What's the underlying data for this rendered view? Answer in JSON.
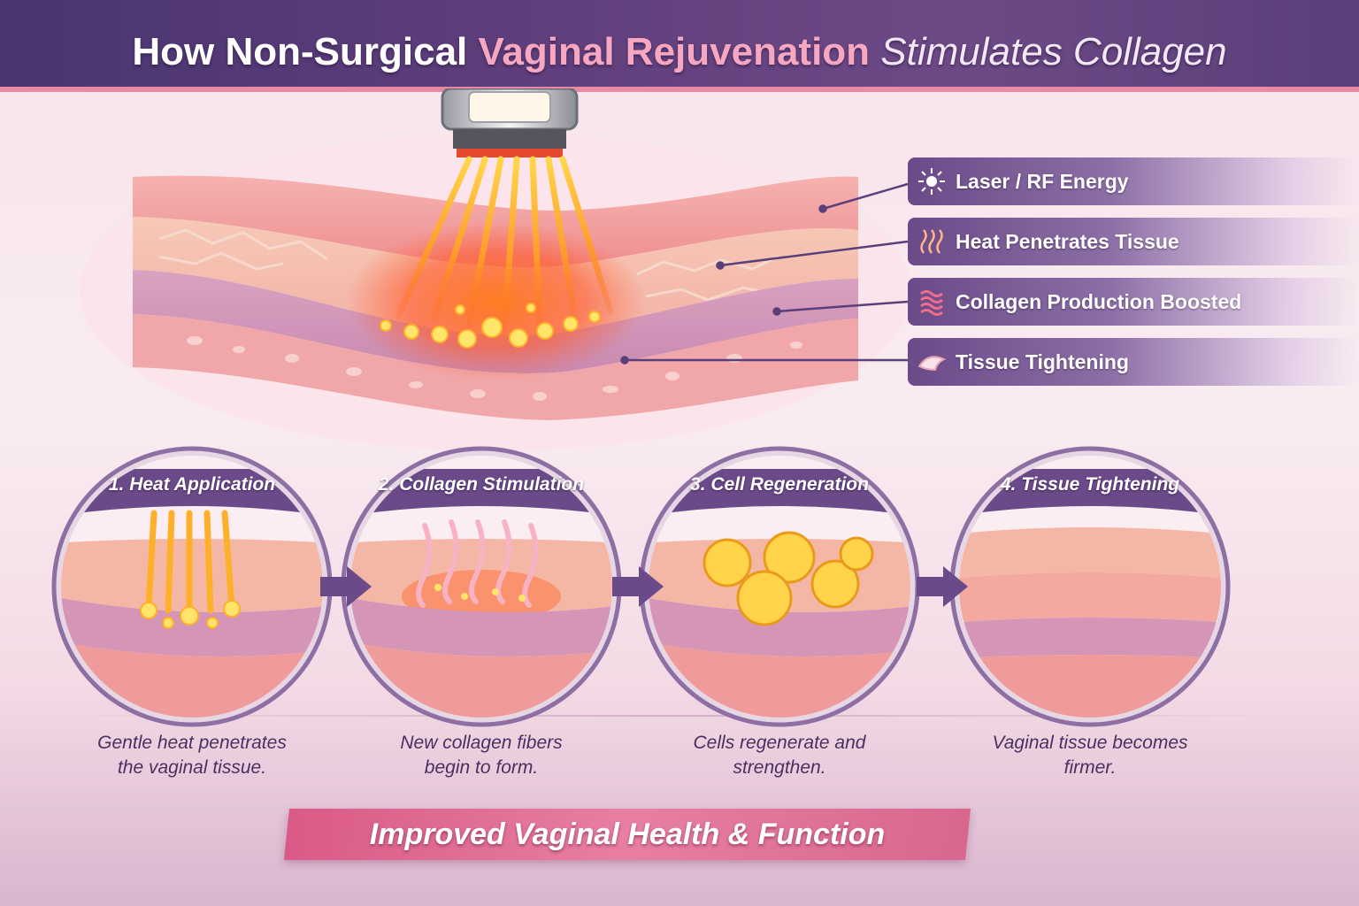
{
  "title": {
    "part1": "How Non-Surgical ",
    "part2": "Vaginal Rejuvenation",
    "part3": " Stimulates Collagen"
  },
  "callouts": [
    {
      "label": "Laser / RF Energy",
      "icon": "sun-burst-icon"
    },
    {
      "label": "Heat Penetrates Tissue",
      "icon": "heat-waves-icon"
    },
    {
      "label": "Collagen Production Boosted",
      "icon": "collagen-fiber-icon"
    },
    {
      "label": "Tissue Tightening",
      "icon": "tissue-fold-icon"
    }
  ],
  "steps": [
    {
      "title": "1. Heat Application",
      "caption_line1": "Gentle heat penetrates",
      "caption_line2": "the vaginal tissue."
    },
    {
      "title": "2. Collagen Stimulation",
      "caption_line1": "New collagen fibers",
      "caption_line2": "begin to form."
    },
    {
      "title": "3. Cell Regeneration",
      "caption_line1": "Cells regenerate and",
      "caption_line2": "strengthen."
    },
    {
      "title": "4. Tissue Tightening",
      "caption_line1": "Vaginal tissue becomes",
      "caption_line2": "firmer."
    }
  ],
  "banner": "Improved Vaginal Health & Function",
  "colors": {
    "header": "#4a3570",
    "accent_pink": "#f7a7c0",
    "tissue_pink": "#f2a3a6",
    "tissue_purple": "#c98fb1",
    "heat_orange": "#ff8a1e",
    "heat_yellow": "#ffe45c",
    "banner": "#e06f95"
  }
}
